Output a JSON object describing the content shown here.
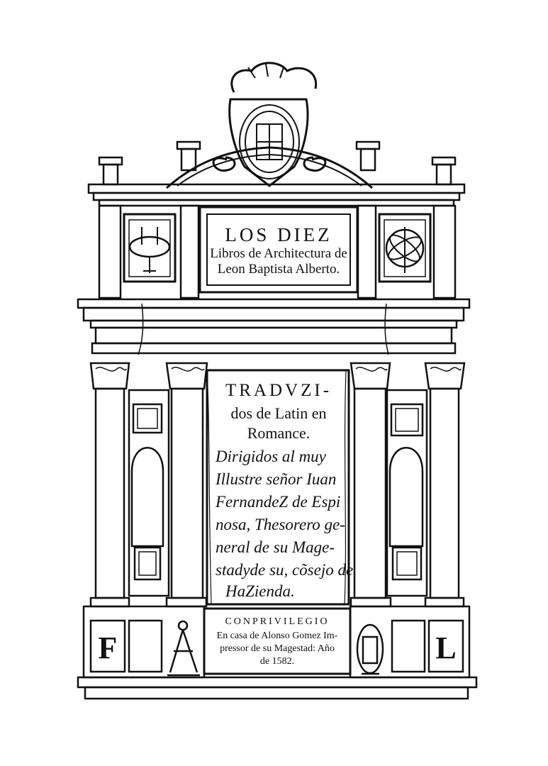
{
  "top_panel": {
    "line1": "LOS DIEZ",
    "line2": "Libros de Architectura de",
    "line3": "Leon Baptista Alberto."
  },
  "center_panel": {
    "heading": "TRADVZI-",
    "lines": [
      "dos de Latin en",
      "Romance."
    ],
    "dedication": [
      "Dirigidos al muy",
      "Illustre señor Iuan",
      "FernandeZ de Espi",
      "nosa, Thesorero ge-",
      "neral de su Mage-",
      "stadyde su, cõsejo de",
      "HaZienda."
    ]
  },
  "imprint": {
    "heading": "CONPRIVILEGIO",
    "line1": "En casa de Alonso Gomez Im-",
    "line2": "pressor de su Magestad: Año",
    "line3": "de 1582."
  },
  "initials": {
    "left": "F",
    "right": "L"
  },
  "colors": {
    "ink": "#111111",
    "paper": "#ffffff"
  }
}
